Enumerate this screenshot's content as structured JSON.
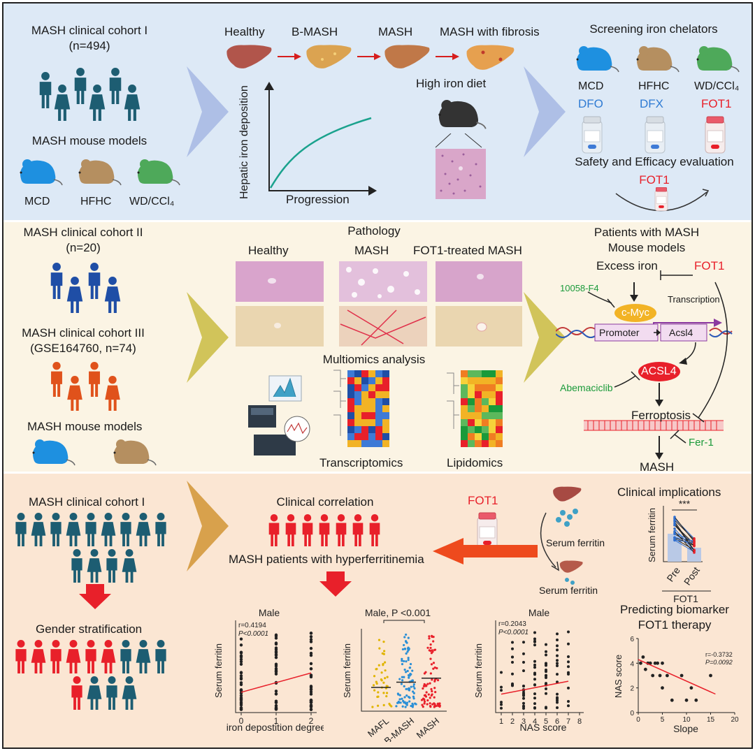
{
  "panel1": {
    "cohort1": {
      "title": "MASH clinical cohort I",
      "n": "(n=494)"
    },
    "mouse_models_title": "MASH mouse models",
    "mouse_labels": [
      "MCD",
      "HFHC",
      "WD/CCl₄"
    ],
    "stages": [
      "Healthy",
      "B-MASH",
      "MASH",
      "MASH with fibrosis"
    ],
    "plot_ylabel": "Hepatic iron deposition",
    "plot_xlabel": "Progression",
    "high_iron_diet": "High iron diet",
    "screening_title": "Screening iron chelators",
    "screen_models": [
      "MCD",
      "HFHC",
      "WD/CCl₄"
    ],
    "chelators": [
      "DFO",
      "DFX",
      "FOT1"
    ],
    "safety": "Safety and Efficacy evaluation",
    "fot1": "FOT1"
  },
  "panel2": {
    "cohort2": {
      "title": "MASH clinical cohort II",
      "n": "(n=20)"
    },
    "cohort3": {
      "title": "MASH clinical cohort III",
      "n": "(GSE164760, n=74)"
    },
    "mouse_models_title": "MASH mouse models",
    "pathology_title": "Pathology",
    "pathology_cols": [
      "Healthy",
      "MASH",
      "FOT1-treated MASH"
    ],
    "multiomics": "Multiomics analysis",
    "transcriptomics": "Transcriptomics",
    "lipidomics": "Lipidomics",
    "mech": {
      "title1": "Patients with MASH",
      "title2": "Mouse models",
      "excess_iron": "Excess iron",
      "fot1": "FOT1",
      "inhibitor1": "10058-F4",
      "cmyc": "c-Myc",
      "transcription": "Transcription",
      "promoter": "Promoter",
      "acsl4_gene": "Acsl4",
      "acsl4_protein": "ACSL4",
      "inhibitor2": "Abemaciclib",
      "ferroptosis": "Ferroptosis",
      "inhibitor3": "Fer-1",
      "outcome": "MASH"
    }
  },
  "panel3": {
    "cohort1": "MASH clinical cohort I",
    "gender": "Gender stratification",
    "clinical_correlation": "Clinical correlation",
    "hyperferritinemia": "MASH patients with hyperferritinemia",
    "fot1": "FOT1",
    "serum_ferritin_1": "Serum ferritin",
    "serum_ferritin_2": "Serum ferritin",
    "clinical_implications": "Clinical implications",
    "predicting1": "Predicting biomarker",
    "predicting2": "FOT1 therapy"
  },
  "chart_data": [
    {
      "type": "scatter",
      "title": "Male",
      "xlabel": "iron depostition degree",
      "ylabel": "Serum ferritin",
      "x_ticks": [
        "0",
        "1",
        "2"
      ],
      "annotations": [
        "r=0.4194",
        "P<0.0001"
      ],
      "regression": {
        "x": [
          0,
          2
        ],
        "y": [
          0.22,
          0.43
        ]
      }
    },
    {
      "type": "scatter",
      "title": "Male, P <0.001",
      "ylabel": "Serum ferritin",
      "categories": [
        "MAFL",
        "B-MASH",
        "MASH"
      ],
      "series_colors": [
        "#e0b400",
        "#2a8fd6",
        "#e8202a"
      ],
      "means": [
        0.18,
        0.22,
        0.25
      ]
    },
    {
      "type": "scatter",
      "title": "Male",
      "xlabel": "NAS score",
      "ylabel": "Serum ferritin",
      "x_ticks": [
        "1",
        "2",
        "3",
        "4",
        "5",
        "6",
        "7",
        "8"
      ],
      "annotations": [
        "r=0.2043",
        "P<0.0001"
      ],
      "regression": {
        "x": [
          1,
          7
        ],
        "y": [
          0.2,
          0.34
        ]
      }
    },
    {
      "type": "bar",
      "ylabel": "Serum ferritin",
      "categories": [
        "Pre",
        "Post"
      ],
      "xgroup": "FOT1",
      "significance": "***",
      "values": [
        0.5,
        0.25
      ]
    },
    {
      "type": "scatter",
      "xlabel": "Slope",
      "ylabel": "NAS score",
      "x_ticks": [
        "0",
        "5",
        "10",
        "15",
        "20"
      ],
      "y_ticks": [
        "0",
        "2",
        "4",
        "6"
      ],
      "annotations": [
        "r=-0.3732",
        "P=0.0092"
      ],
      "points": [
        [
          0.5,
          4
        ],
        [
          1,
          4.5
        ],
        [
          1.5,
          3.5
        ],
        [
          2,
          4
        ],
        [
          2.5,
          4
        ],
        [
          3,
          3
        ],
        [
          3.5,
          4
        ],
        [
          4,
          4
        ],
        [
          4.5,
          3
        ],
        [
          5,
          4
        ],
        [
          5,
          2
        ],
        [
          6,
          3
        ],
        [
          7,
          1
        ],
        [
          9,
          3
        ],
        [
          10,
          1
        ],
        [
          11,
          2
        ],
        [
          12,
          1
        ],
        [
          15,
          3
        ]
      ],
      "regression": {
        "x": [
          0,
          16
        ],
        "y": [
          4.3,
          1.5
        ]
      }
    }
  ],
  "colors": {
    "teal": "#1d5d72",
    "blue": "#1f4ea6",
    "orange": "#e0521b",
    "red": "#e8202a",
    "green": "#1a9a3a",
    "chevron_blue": "#aebfe6",
    "chevron_gold": "#d1c45a",
    "chevron_orange": "#d8a14c"
  }
}
